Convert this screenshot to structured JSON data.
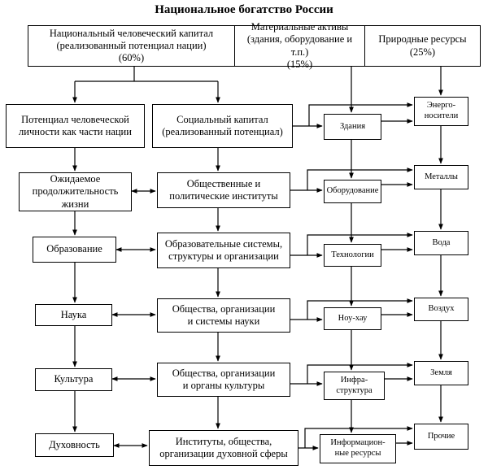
{
  "title": "Национальное богатство России",
  "header": {
    "human": [
      "Национальный человеческий капитал",
      "(реализованный потенциал нации)",
      "(60%)"
    ],
    "material": [
      "Материальные активы",
      "(здания, оборудование и т.п.)",
      "(15%)"
    ],
    "natural": [
      "Природные ресурсы",
      "(25%)"
    ]
  },
  "left_column": [
    [
      "Потенциал человеческой",
      "личности как части нации"
    ],
    [
      "Ожидаемое",
      "продолжительность",
      "жизни"
    ],
    [
      "Образование"
    ],
    [
      "Наука"
    ],
    [
      "Культура"
    ],
    [
      "Духовность"
    ]
  ],
  "middle_column": [
    [
      "Социальный капитал",
      "(реализованный потенциал)"
    ],
    [
      "Общественные и",
      "политические институты"
    ],
    [
      "Образовательные системы,",
      "структуры и организации"
    ],
    [
      "Общества, организации",
      "и системы науки"
    ],
    [
      "Общества, организации",
      "и органы культуры"
    ],
    [
      "Институты, общества,",
      "организации духовной сферы"
    ]
  ],
  "assets_column": [
    [
      "Здания"
    ],
    [
      "Оборудование"
    ],
    [
      "Технологии"
    ],
    [
      "Ноу-хау"
    ],
    [
      "Инфра-",
      "структура"
    ],
    [
      "Информацион-",
      "ные ресурсы"
    ]
  ],
  "resources_column": [
    [
      "Энерго-",
      "носители"
    ],
    [
      "Металлы"
    ],
    [
      "Вода"
    ],
    [
      "Воздух"
    ],
    [
      "Земля"
    ],
    [
      "Прочие"
    ]
  ]
}
